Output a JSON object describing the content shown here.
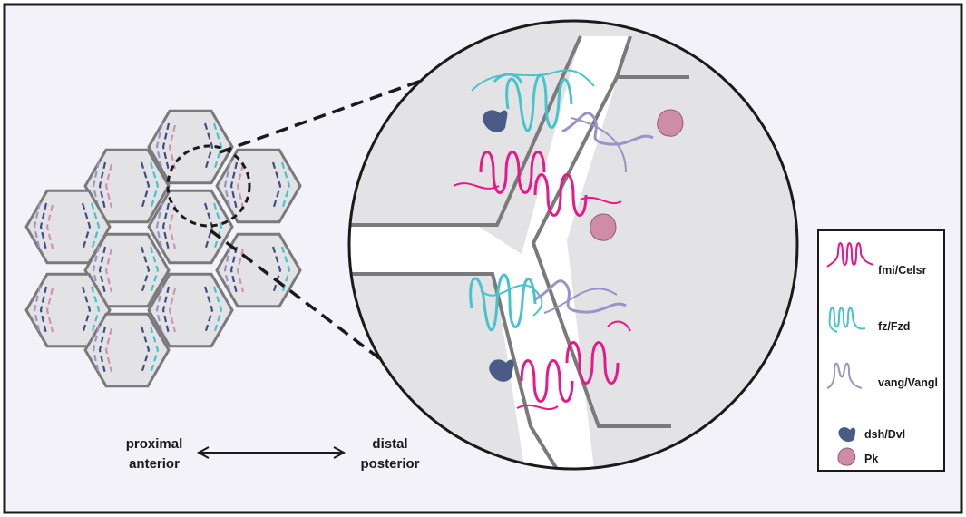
{
  "axis": {
    "left_top": "proximal",
    "left_bottom": "anterior",
    "right_top": "distal",
    "right_bottom": "posterior"
  },
  "legend": {
    "items": [
      {
        "label": "fmi/Celsr",
        "icon": "fmi-celsr-icon",
        "color": "#e8178a"
      },
      {
        "label": "fz/Fzd",
        "icon": "fz-fzd-icon",
        "color": "#45c4cc"
      },
      {
        "label": "vang/Vangl",
        "icon": "vang-vangl-icon",
        "color": "#9a92c8"
      },
      {
        "label": "dsh/Dvl",
        "icon": "dsh-dvl-icon",
        "color": "#4a5c86"
      },
      {
        "label": "Pk",
        "icon": "pk-icon",
        "color": "#cf8da5"
      }
    ]
  },
  "colors": {
    "background": "#f4f2f9",
    "cell_fill": "#e3e3e5",
    "cell_edge": "#7a7a7a",
    "fmi": "#e8178a",
    "fz": "#45c4cc",
    "vang": "#9a92c8",
    "dsh": "#4a5c86",
    "pk": "#cf8da5",
    "pink_line": "#d78fb1",
    "blue_line": "#3c4f86"
  }
}
